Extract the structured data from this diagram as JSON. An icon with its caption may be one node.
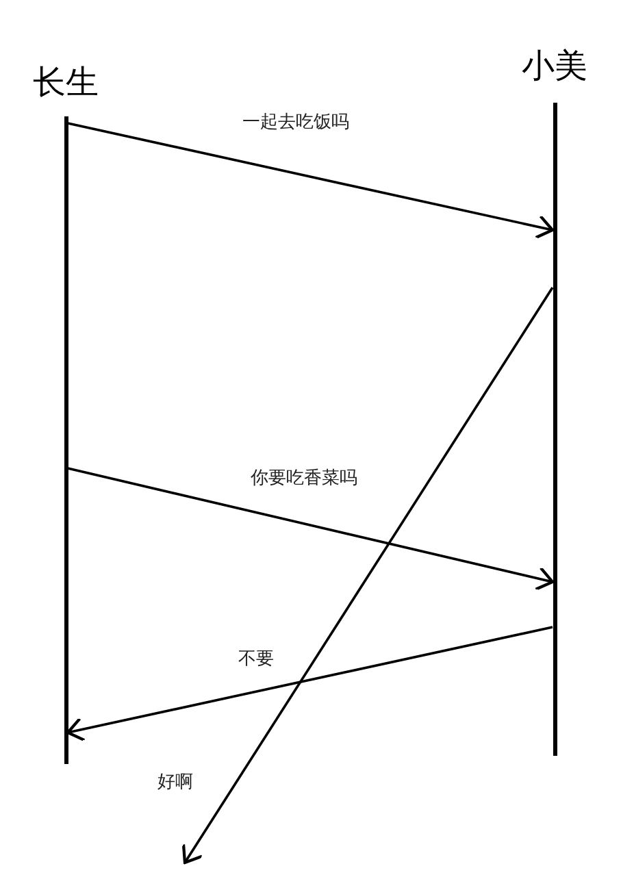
{
  "diagram": {
    "nodes": [
      {
        "text": [
          "长生"
        ]
      },
      {
        "text": [
          "小美"
        ]
      }
    ],
    "edges": [
      {
        "from": 0,
        "to": 1,
        "arrow": "to",
        "label": "一起去吃饭吗"
      },
      {
        "from": 1,
        "to": null,
        "arrow": "to",
        "label": "好啊"
      },
      {
        "from": 0,
        "to": 1,
        "arrow": "to",
        "label": "你要吃香菜吗"
      },
      {
        "from": 1,
        "to": 0,
        "arrow": "to",
        "label": "不要"
      }
    ]
  }
}
